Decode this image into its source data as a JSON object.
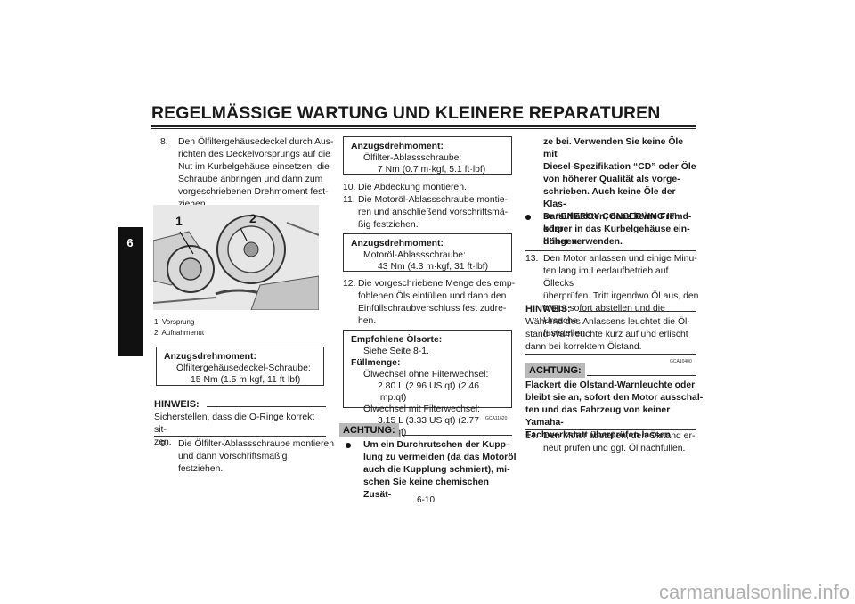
{
  "header": {
    "title": "REGELMÄSSIGE WARTUNG UND KLEINERE REPARATUREN",
    "chapter": "6"
  },
  "col1": {
    "step8": {
      "num": "8.",
      "text": [
        "Den Ölfiltergehäusedeckel durch Aus-",
        "richten des Deckelvorsprungs auf die",
        "Nut im Kurbelgehäuse einsetzen, die",
        "Schraube anbringen und dann zum",
        "vorgeschriebenen Drehmoment fest-",
        "ziehen."
      ]
    },
    "figure": {
      "label1": "1",
      "label2": "2",
      "legend1": "1. Vorsprung",
      "legend2": "2. Aufnahmenut"
    },
    "torque1": {
      "title": "Anzugsdrehmoment:",
      "item": "Ölfiltergehäusedeckel-Schraube:",
      "value": "15 Nm (1.5 m·kgf, 11 ft·lbf)"
    },
    "hinweis": {
      "label": "HINWEIS:",
      "text": [
        "Sicherstellen, dass die O-Ringe korrekt sit-",
        "zen."
      ]
    },
    "step9": {
      "num": "9.",
      "text": [
        "Die Ölfilter-Ablassschraube montieren",
        "und dann vorschriftsmäßig festziehen."
      ]
    }
  },
  "col2": {
    "torque2": {
      "title": "Anzugsdrehmoment:",
      "item": "Ölfilter-Ablassschraube:",
      "value": "7 Nm (0.7 m·kgf, 5.1 ft·lbf)"
    },
    "step10": {
      "num": "10.",
      "text": [
        "Die Abdeckung montieren."
      ]
    },
    "step11": {
      "num": "11.",
      "text": [
        "Die Motoröl-Ablassschraube montie-",
        "ren und anschließend vorschriftsmä-",
        "ßig festziehen."
      ]
    },
    "torque3": {
      "title": "Anzugsdrehmoment:",
      "item": "Motoröl-Ablassschraube:",
      "value": "43 Nm (4.3 m·kgf, 31 ft·lbf)"
    },
    "step12": {
      "num": "12.",
      "text": [
        "Die vorgeschriebene Menge des emp-",
        "fohlenen Öls einfüllen und dann den",
        "Einfüllschraubverschluss fest zudre-",
        "hen."
      ]
    },
    "oil": {
      "title": "Empfohlene Ölsorte:",
      "ref": "Siehe Seite 8-1.",
      "fill_title": "Füllmenge:",
      "nofilter": "Ölwechsel ohne Filterwechsel:",
      "nofilter_val": "2.80 L (2.96 US qt) (2.46 Imp.qt)",
      "filter": "Ölwechsel mit Filterwechsel:",
      "filter_val": "3.15 L (3.33 US qt) (2.77 Imp.qt)"
    },
    "code": "GCA11620",
    "achtung": {
      "label": "ACHTUNG:",
      "bullet": [
        "Um ein Durchrutschen der Kupp-",
        "lung zu vermeiden (da das Motoröl",
        "auch die Kupplung schmiert), mi-",
        "schen Sie keine chemischen Zusät-"
      ]
    }
  },
  "col3": {
    "cont": [
      "ze bei. Verwenden Sie keine Öle mit",
      "Diesel-Spezifikation “CD” oder Öle",
      "von höherer Qualität als vorge-",
      "schrieben. Auch keine Öle der Klas-",
      "se “ENERGY CONSERVING II” oder",
      "höher verwenden."
    ],
    "bullet2": [
      "Darauf achten, dass keine Fremd-",
      "körper in das Kurbelgehäuse ein-",
      "dringen."
    ],
    "step13": {
      "num": "13.",
      "text": [
        "Den Motor anlassen und einige Minu-",
        "ten lang im Leerlaufbetrieb auf Öllecks",
        "überprüfen. Tritt irgendwo Öl aus, den",
        "Motor sofort abstellen und die Ursache",
        "feststellen."
      ]
    },
    "hinweis": {
      "label": "HINWEIS:",
      "text": [
        "Während des Anlassens leuchtet die Öl-",
        "stand-Warnleuchte kurz auf und erlischt",
        "dann bei korrektem Ölstand."
      ]
    },
    "code": "GCA10400",
    "achtung": {
      "label": "ACHTUNG:",
      "text": [
        "Flackert die Ölstand-Warnleuchte oder",
        "bleibt sie an, sofort den Motor ausschal-",
        "ten und das Fahrzeug von keiner Yamaha-",
        "Fachwerkstatt überprüfen lassen."
      ]
    },
    "step14": {
      "num": "14.",
      "text": [
        "Den Motor abstellen, den Ölstand er-",
        "neut prüfen und ggf. Öl nachfüllen."
      ]
    }
  },
  "footer": {
    "page": "6-10",
    "watermark": "carmanualsonline.info"
  }
}
